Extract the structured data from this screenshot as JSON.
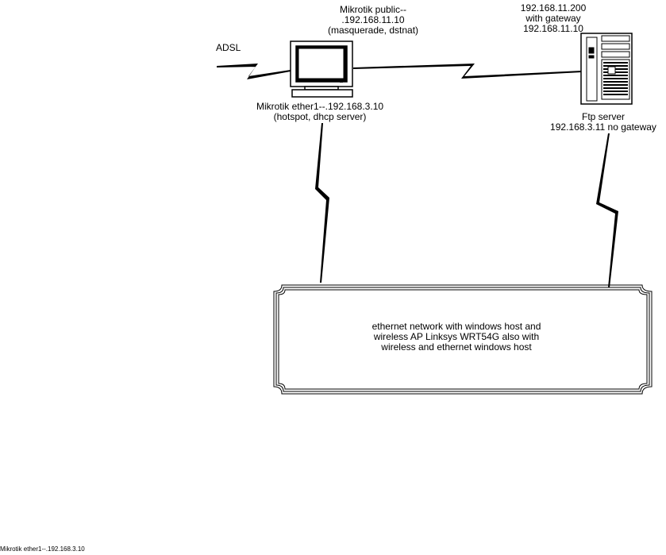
{
  "adsl_label": "ADSL",
  "mikrotik_public": {
    "line1": "Mikrotik public--",
    "line2": ".192.168.11.10",
    "line3": "(masquerade, dstnat)"
  },
  "mikrotik_ether1": {
    "line1": "Mikrotik ether1--.192.168.3.10",
    "line2": "(hotspot, dhcp server)"
  },
  "ftp_top": {
    "line1": "192.168.11.200",
    "line2": "with gateway",
    "line3": "192.168.11.10"
  },
  "ftp_bottom": {
    "line1": "Ftp server",
    "line2": "192.168.3.11 no gateway"
  },
  "network_box": {
    "line1": "ethernet network with windows host and",
    "line2": "wireless AP Linksys WRT54G also with",
    "line3": "wireless and ethernet windows host"
  },
  "footer_caption": "Mikrotik ether1--.192.168.3.10"
}
